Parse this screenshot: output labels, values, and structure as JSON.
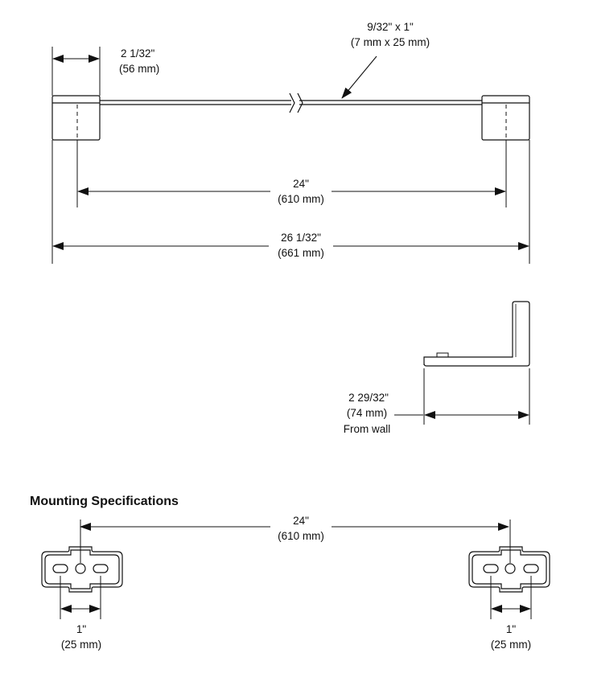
{
  "top_view": {
    "end_width": {
      "imperial": "2 1/32\"",
      "metric": "(56 mm)"
    },
    "bar_section": {
      "imperial": "9/32\" x 1\"",
      "metric": "(7 mm x 25 mm)"
    },
    "center_span": {
      "imperial": "24\"",
      "metric": "(610 mm)"
    },
    "overall_length": {
      "imperial": "26 1/32\"",
      "metric": "(661 mm)"
    }
  },
  "side_view": {
    "projection": {
      "imperial": "2 29/32\"",
      "metric": "(74 mm)",
      "note": "From wall"
    }
  },
  "mounting": {
    "title": "Mounting Specifications",
    "center_span": {
      "imperial": "24\"",
      "metric": "(610 mm)"
    },
    "left_slot_spacing": {
      "imperial": "1\"",
      "metric": "(25 mm)"
    },
    "right_slot_spacing": {
      "imperial": "1\"",
      "metric": "(25 mm)"
    }
  },
  "colors": {
    "line": "#111111",
    "background": "#ffffff"
  }
}
